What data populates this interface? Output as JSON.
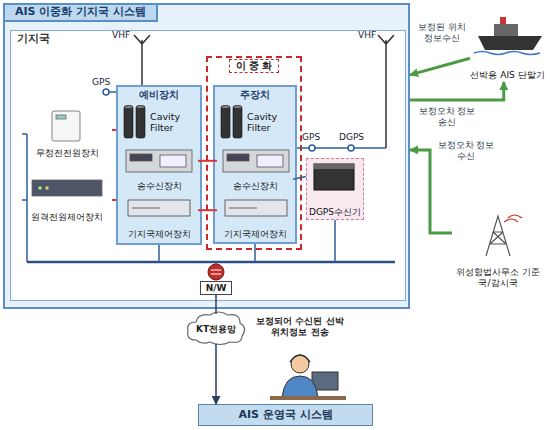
{
  "diagram": {
    "nodes": [
      {
        "text": [
          "AIS 이중화 기지국 시스템"
        ]
      },
      {
        "text": [
          "기지국"
        ],
        "in": 0
      },
      {
        "text": [
          "예비장치"
        ],
        "in": 1
      },
      {
        "text": [
          "Cavity Filter"
        ],
        "in": 2
      },
      {
        "text": [
          "송수신장치"
        ],
        "in": 2
      },
      {
        "text": [
          "기지국제어장치"
        ],
        "in": 2
      },
      {
        "text": [
          "이 중 화"
        ],
        "in": 1
      },
      {
        "text": [
          "주장치"
        ],
        "in": 6
      },
      {
        "text": [
          "Cavity Filter"
        ],
        "in": 7
      },
      {
        "text": [
          "송수신장치"
        ],
        "in": 7
      },
      {
        "text": [
          "기지국제어장치"
        ],
        "in": 7
      },
      {
        "text": [
          "무정전전원장치"
        ],
        "in": 1
      },
      {
        "text": [
          "원격전원제어장치"
        ],
        "in": 1
      },
      {
        "text": [
          "DGPS수신기"
        ],
        "in": 1
      },
      {
        "text": [
          "N/W"
        ],
        "in": 1
      },
      {
        "text": [
          "KT전용망"
        ]
      },
      {
        "text": [
          "선박용 AIS 단말기"
        ]
      },
      {
        "text": [
          "위성항법사무소 기준국/감시국"
        ]
      },
      {
        "text": [
          "AIS 운영국 시스템"
        ]
      }
    ],
    "edges": [
      {
        "from": 16,
        "to": 0,
        "arrow": "to",
        "label": "보정된 위치정보수신"
      },
      {
        "from": 0,
        "to": 16,
        "arrow": "to",
        "label": "보정오차 정보송신"
      },
      {
        "from": 17,
        "to": 0,
        "arrow": "to",
        "label": "보정오차 정보수신"
      },
      {
        "from": 4,
        "to": 9,
        "arrow": "none"
      },
      {
        "from": 5,
        "to": 10,
        "arrow": "none"
      },
      {
        "from": 9,
        "to": 13,
        "arrow": "none"
      },
      {
        "from": 14,
        "to": 15,
        "arrow": "none"
      },
      {
        "from": 15,
        "to": 18,
        "arrow": "to",
        "label": "보정되어 수신된 선박 위치정보 전송"
      }
    ],
    "labels": [
      "VHF",
      "GPS",
      "VHF",
      "GPS",
      "DGPS"
    ]
  }
}
